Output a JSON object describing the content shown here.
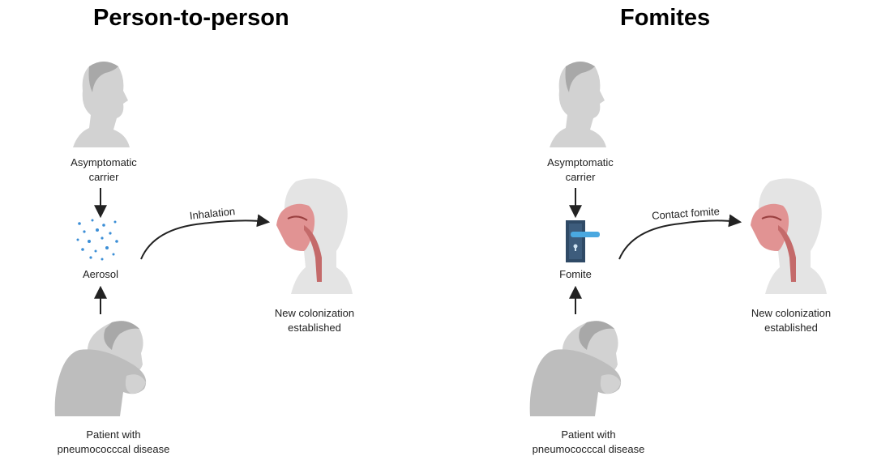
{
  "panels": [
    {
      "title": "Person-to-person",
      "carrier_line1": "Asymptomatic",
      "carrier_line2": "carrier",
      "vehicle": "Aerosol",
      "route": "Inhalation",
      "outcome_line1": "New colonization",
      "outcome_line2": "established",
      "patient_line1": "Patient with",
      "patient_line2": "pneumococccal disease"
    },
    {
      "title": "Fomites",
      "carrier_line1": "Asymptomatic",
      "carrier_line2": "carrier",
      "vehicle": "Fomite",
      "route": "Contact fomite",
      "outcome_line1": "New colonization",
      "outcome_line2": "established",
      "patient_line1": "Patient with",
      "patient_line2": "pneumococccal disease"
    }
  ],
  "colors": {
    "figure_gray": "#d2d2d2",
    "figure_shadow": "#a8a8a8",
    "airway_red": "#e08585",
    "aerosol_blue": "#3b8ed6",
    "door_navy": "#2f4a66",
    "handle_blue": "#4aa8e0",
    "arrow": "#222222"
  }
}
